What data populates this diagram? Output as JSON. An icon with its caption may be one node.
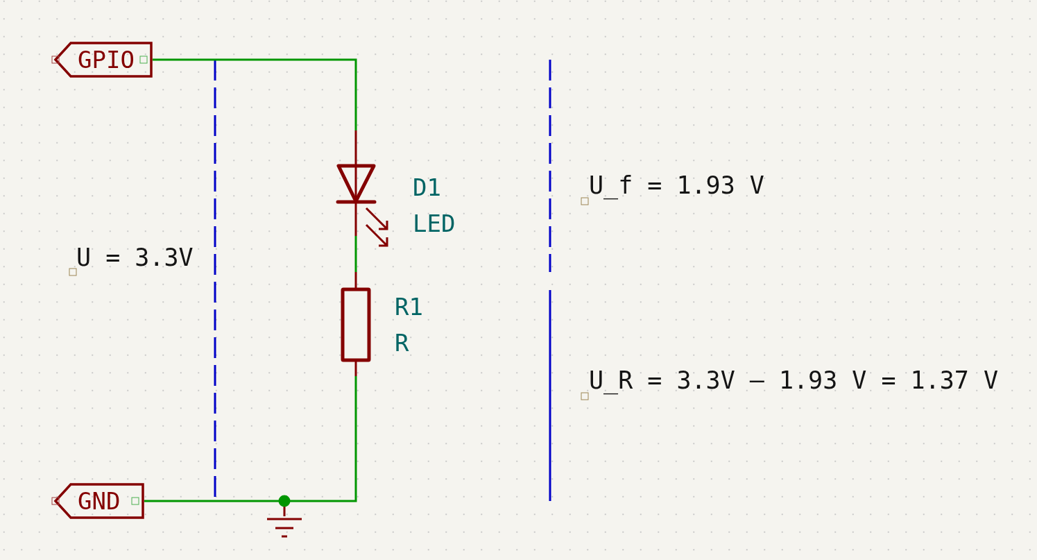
{
  "diagram": {
    "nodes": [
      {
        "text": [
          "GPIO"
        ]
      },
      {
        "text": [],
        "shape": "diode",
        "beside": [
          "D1",
          "LED"
        ]
      },
      {
        "text": [],
        "shape": "box",
        "beside": [
          "R1",
          "R"
        ]
      },
      {
        "text": [
          "GND"
        ]
      },
      {
        "text": [],
        "shape": "circle"
      },
      {
        "text": [],
        "shape": "picture"
      }
    ],
    "edges": [
      {
        "from": 0,
        "to": 1,
        "arrow": "none"
      },
      {
        "from": 1,
        "to": 2,
        "arrow": "none"
      },
      {
        "from": 2,
        "to": 4,
        "arrow": "none"
      },
      {
        "from": 3,
        "to": 4,
        "arrow": "none"
      },
      {
        "from": 4,
        "to": 5,
        "arrow": "none",
        "color": "#840000"
      }
    ],
    "labels": [
      "U_f = 1.93 V",
      "U = 3.3V",
      "U_R = 3.3V – 1.93 V = 1.37 V"
    ]
  }
}
